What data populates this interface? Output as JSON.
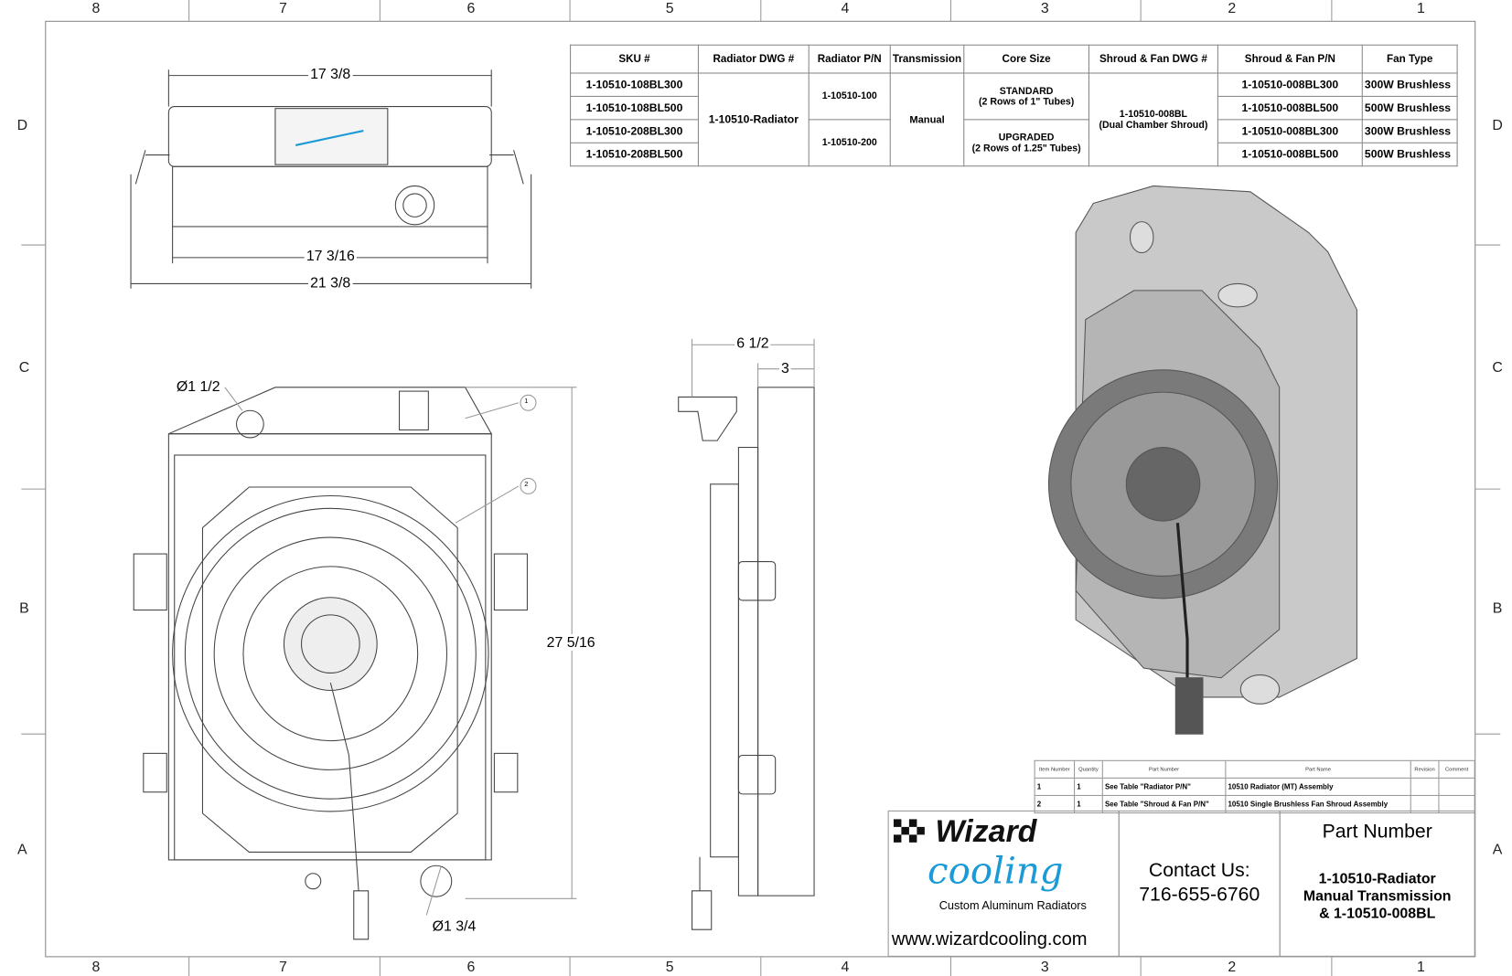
{
  "zones": {
    "columns": [
      "8",
      "7",
      "6",
      "5",
      "4",
      "3",
      "2",
      "1"
    ],
    "rows": [
      "D",
      "C",
      "B",
      "A"
    ]
  },
  "config_table": {
    "headers": [
      "SKU #",
      "Radiator DWG #",
      "Radiator P/N",
      "Transmission",
      "Core Size",
      "Shroud & Fan DWG #",
      "Shroud & Fan P/N",
      "Fan Type"
    ],
    "skus": [
      "1-10510-108BL300",
      "1-10510-108BL500",
      "1-10510-208BL300",
      "1-10510-208BL500"
    ],
    "radiator_dwg": "1-10510-Radiator",
    "radiator_pn": [
      "1-10510-100",
      "1-10510-200"
    ],
    "transmission": "Manual",
    "core_size": [
      {
        "name": "STANDARD",
        "detail": "(2 Rows of 1\" Tubes)"
      },
      {
        "name": "UPGRADED",
        "detail": "(2 Rows of 1.25\" Tubes)"
      }
    ],
    "shroud_dwg": {
      "pn": "1-10510-008BL",
      "detail": "(Dual Chamber Shroud)"
    },
    "shroud_pn": [
      "1-10510-008BL300",
      "1-10510-008BL500",
      "1-10510-008BL300",
      "1-10510-008BL500"
    ],
    "fan_type": [
      "300W Brushless",
      "500W Brushless",
      "300W Brushless",
      "500W Brushless"
    ]
  },
  "dimensions": {
    "top_overall_tank": "17 3/8",
    "top_core": "17 3/16",
    "top_overall": "21 3/8",
    "inlet_dia": "Ø1 1/2",
    "height": "27 5/16",
    "outlet_dia": "Ø1 3/4",
    "depth_overall": "6 1/2",
    "depth_shroud": "3"
  },
  "balloons": [
    "1",
    "2"
  ],
  "bom": {
    "headers": [
      "Item Number",
      "Quantity",
      "Part Number",
      "Part Name",
      "Revision",
      "Comment"
    ],
    "rows": [
      {
        "item": "1",
        "qty": "1",
        "part_number": "See Table \"Radiator P/N\"",
        "part_name": "10510 Radiator (MT) Assembly",
        "revision": "",
        "comment": ""
      },
      {
        "item": "2",
        "qty": "1",
        "part_number": "See Table \"Shroud & Fan P/N\"",
        "part_name": "10510 Single Brushless Fan Shroud Assembly",
        "revision": "",
        "comment": ""
      }
    ]
  },
  "title_block": {
    "logo_word1": "Wizard",
    "logo_word2": "cooling",
    "logo_tagline": "Custom Aluminum Radiators",
    "website": "www.wizardcooling.com",
    "contact_label": "Contact Us:",
    "phone": "716-655-6760",
    "part_number_label": "Part Number",
    "part_number_lines": [
      "1-10510-Radiator",
      "Manual Transmission",
      "& 1-10510-008BL"
    ]
  },
  "colors": {
    "logo_blue": "#1a9ad6",
    "line": "#333333",
    "render_gray": "#b8b8b8"
  }
}
